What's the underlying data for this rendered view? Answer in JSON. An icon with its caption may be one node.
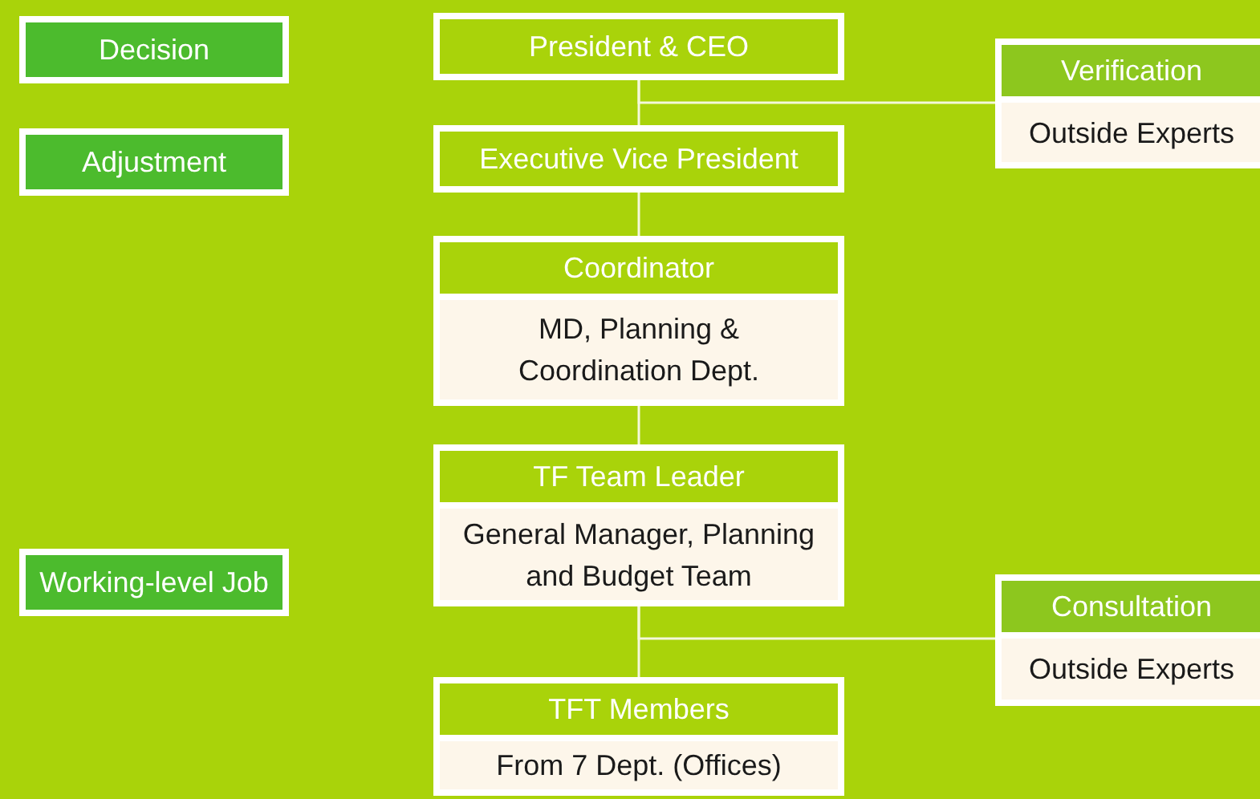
{
  "diagram": {
    "nodes": [
      {
        "text": [
          "Decision"
        ]
      },
      {
        "text": [
          "Adjustment"
        ]
      },
      {
        "text": [
          "Working-level Job"
        ]
      },
      {
        "text": [
          "President & CEO"
        ]
      },
      {
        "text": [
          "Verification",
          "Outside Experts"
        ]
      },
      {
        "text": [
          "Executive Vice President"
        ]
      },
      {
        "text": [
          "Coordinator",
          "MD, Planning & Coordination Dept."
        ]
      },
      {
        "text": [
          "TF Team Leader",
          "General Manager, Planning and Budget Team"
        ]
      },
      {
        "text": [
          "Consultation",
          "Outside Experts"
        ]
      },
      {
        "text": [
          "TFT Members",
          "From 7 Dept. (Offices)"
        ]
      }
    ],
    "edges": [
      {
        "from": 3,
        "to": 5,
        "arrow": "none"
      },
      {
        "from": 3,
        "to": 4,
        "arrow": "none"
      },
      {
        "from": 5,
        "to": 6,
        "arrow": "none"
      },
      {
        "from": 6,
        "to": 7,
        "arrow": "none"
      },
      {
        "from": 7,
        "to": 9,
        "arrow": "none"
      },
      {
        "from": 7,
        "to": 8,
        "arrow": "none"
      }
    ]
  }
}
